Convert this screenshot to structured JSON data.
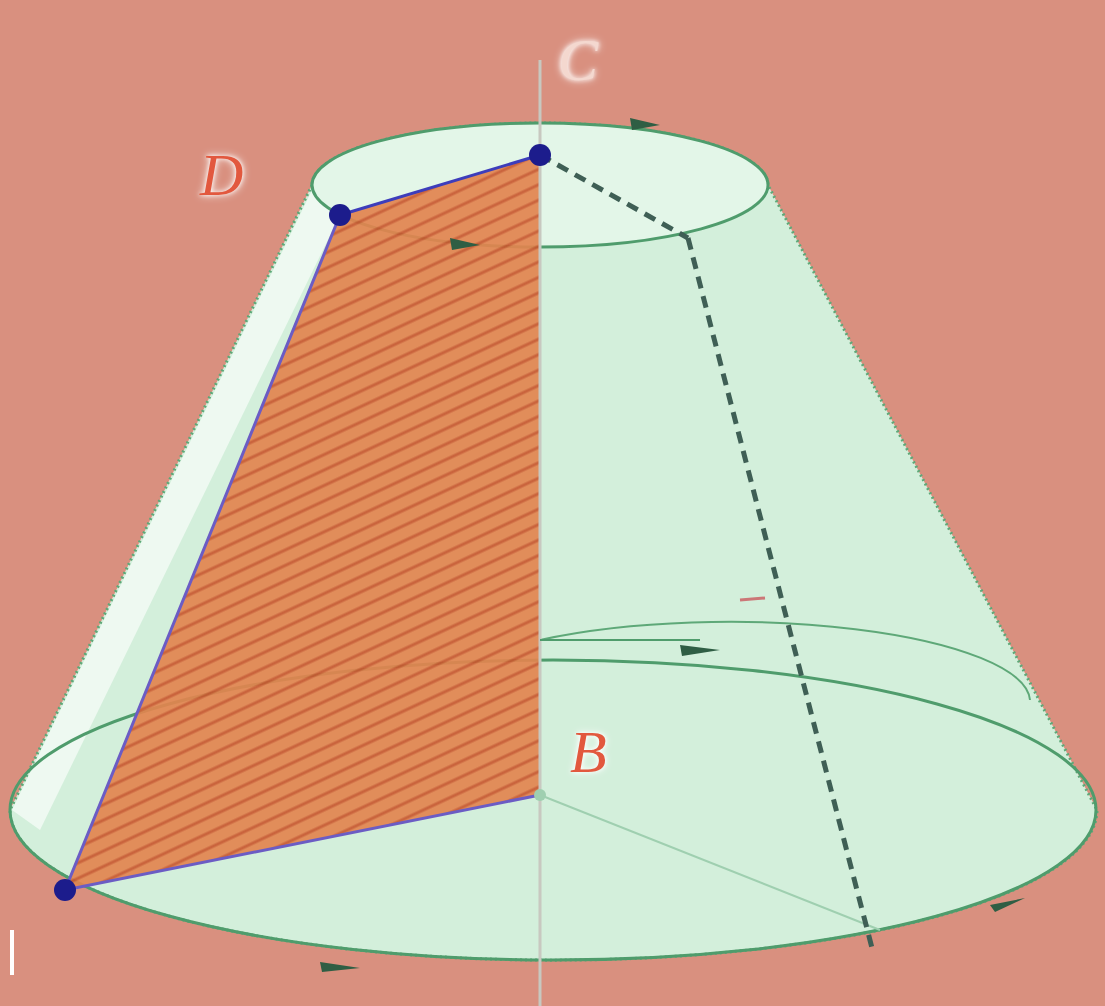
{
  "diagram": {
    "labels": [
      "C",
      "D",
      "B"
    ]
  }
}
